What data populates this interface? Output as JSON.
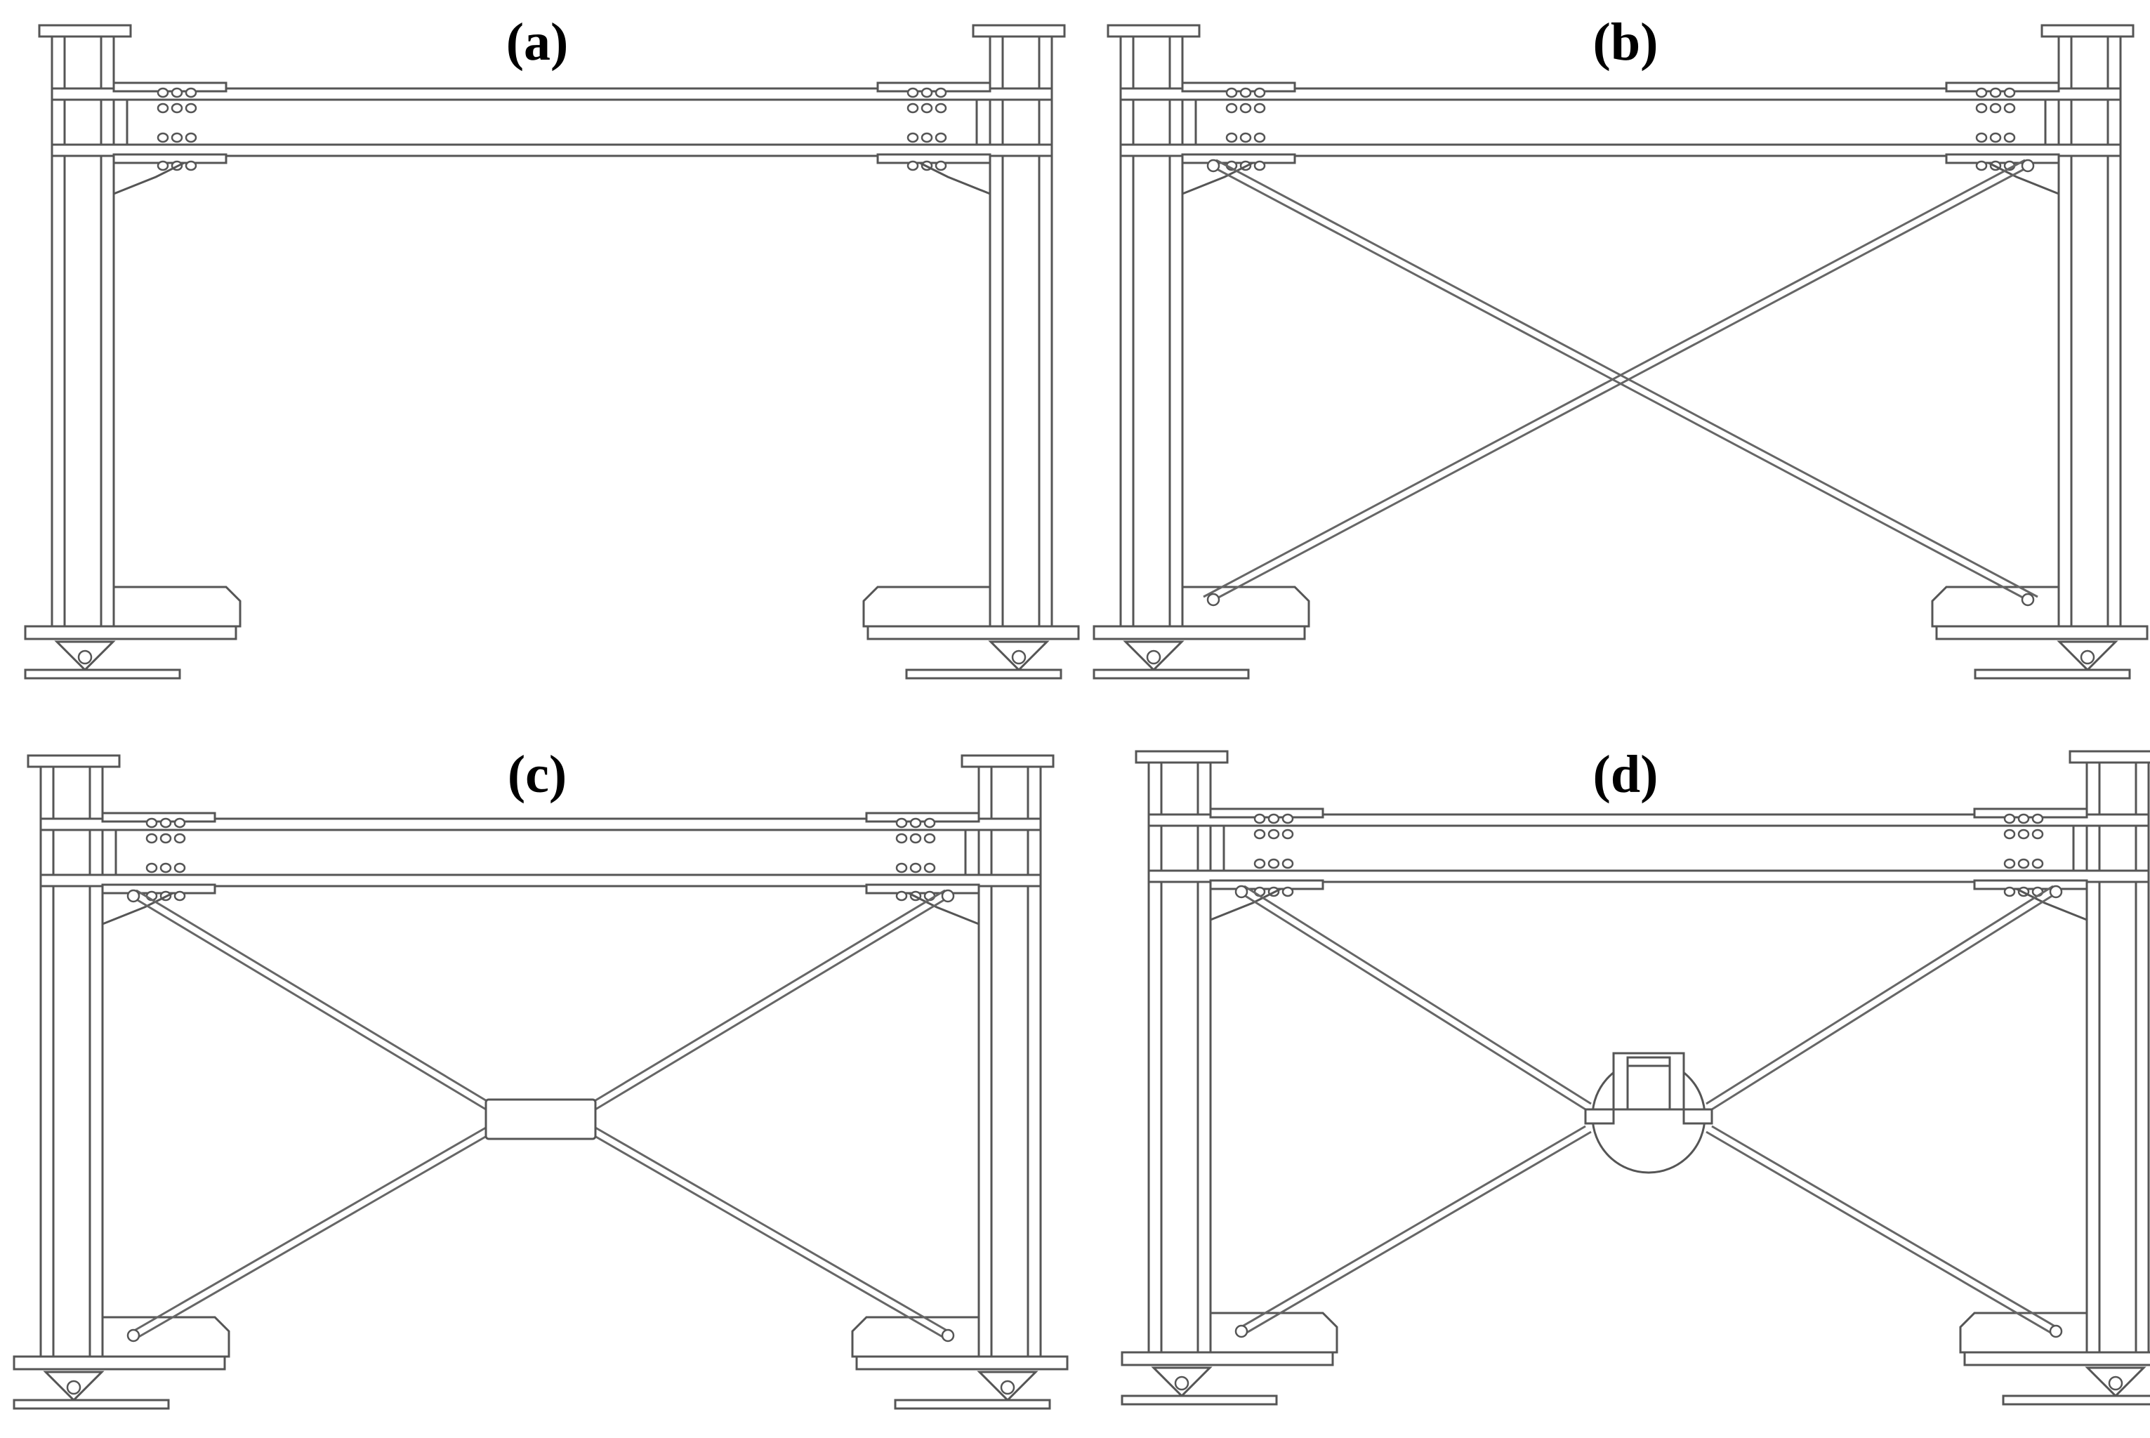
{
  "figure": {
    "panels": [
      {
        "id": "a",
        "label": "(a)",
        "bracing": "none"
      },
      {
        "id": "b",
        "label": "(b)",
        "bracing": "x-brace"
      },
      {
        "id": "c",
        "label": "(c)",
        "bracing": "x-brace-with-rectangular-center-device"
      },
      {
        "id": "d",
        "label": "(d)",
        "bracing": "x-brace-with-circular-center-device"
      }
    ],
    "colors": {
      "line": "#555555",
      "background": "#ffffff",
      "label": "#000000"
    }
  }
}
